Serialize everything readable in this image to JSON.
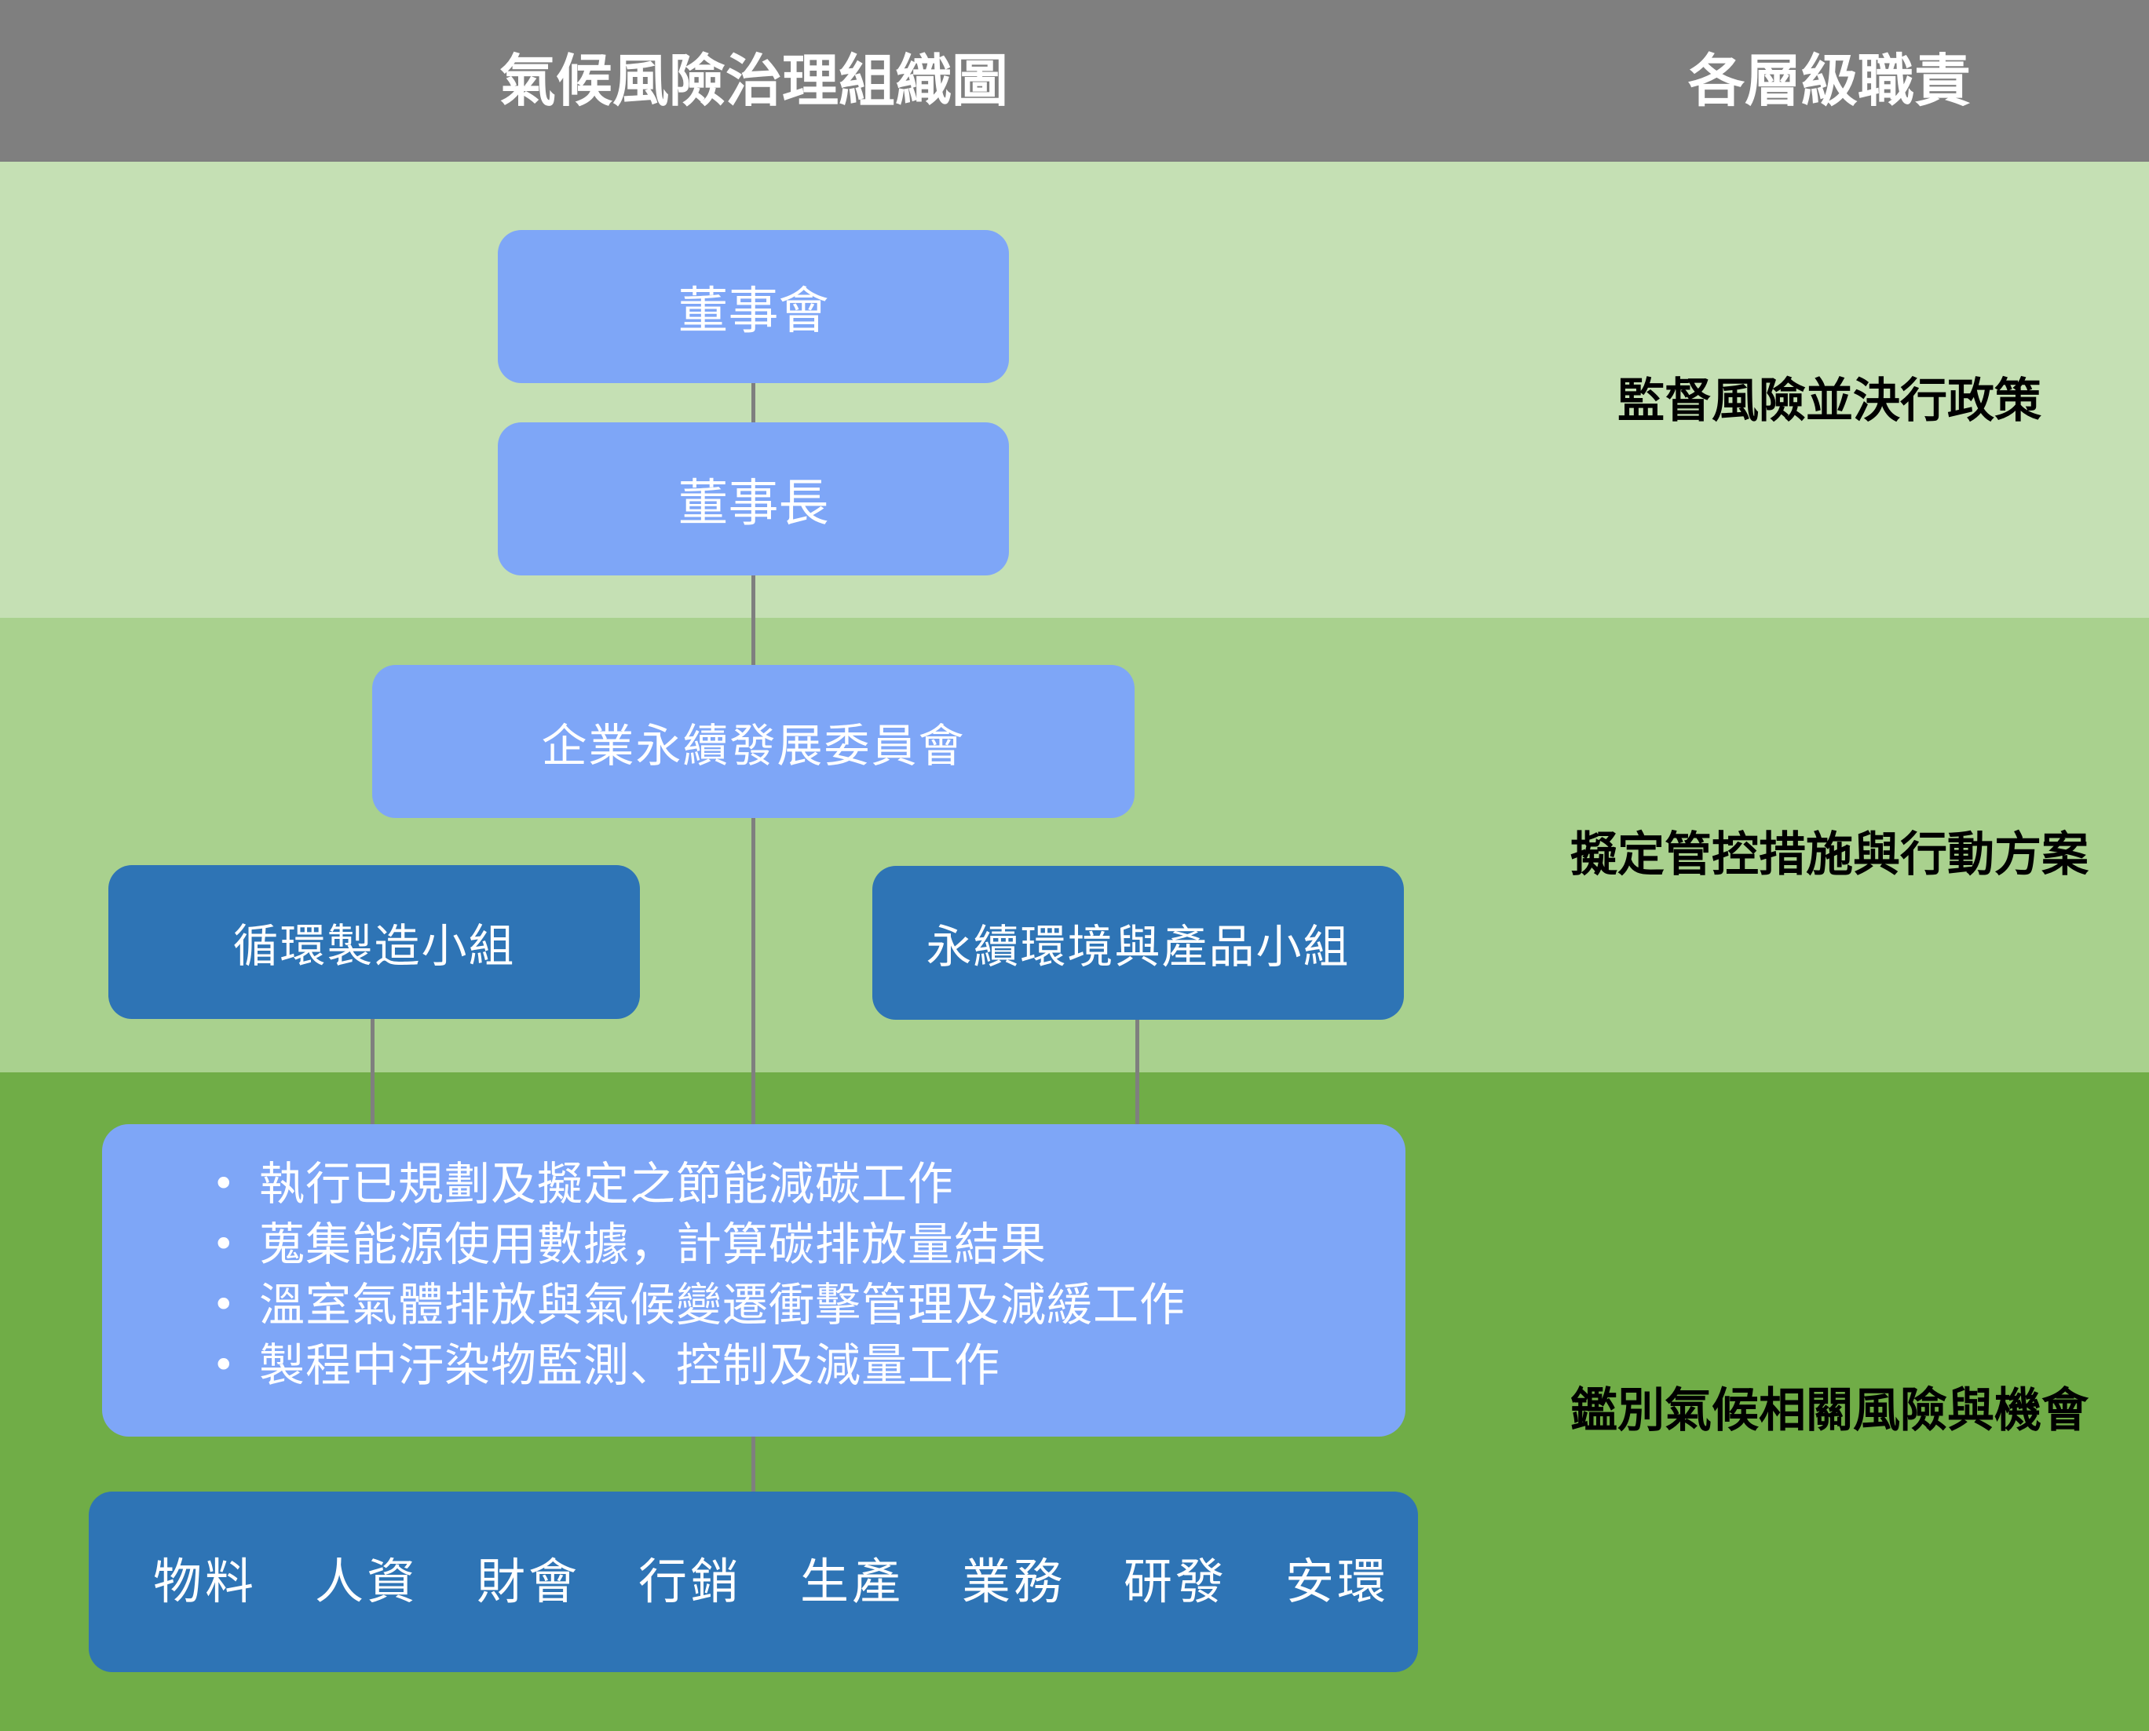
{
  "header": {
    "left_title": "氣候風險治理組織圖",
    "right_title": "各層級職責"
  },
  "responsibilities": [
    "監督風險並決行政策",
    "擬定管控措施與行動方案",
    "鑑別氣候相關風險與機會"
  ],
  "org": {
    "board": "董事會",
    "chairman": "董事長",
    "committee": "企業永續發展委員會",
    "group_left": "循環製造小組",
    "group_right": "永續環境與產品小組"
  },
  "tasks": [
    "執行已規劃及擬定之節能減碳工作",
    "蒐集能源使用數據，計算碳排放量結果",
    "溫室氣體排放與氣候變遷衝擊管理及減緩工作",
    "製程中汙染物監測、控制及減量工作"
  ],
  "bullet_symbol": "•",
  "departments": [
    "物料",
    "人資",
    "財會",
    "行銷",
    "生產",
    "業務",
    "研發",
    "安環"
  ],
  "colors": {
    "header": "#7f7f7f",
    "band_top": "#c5e0b4",
    "band_middle": "#a9d18e",
    "band_bottom": "#70ad47",
    "box_light": "#7ea6f7",
    "box_dark": "#2e74b5",
    "connector": "#7f7f7f"
  }
}
